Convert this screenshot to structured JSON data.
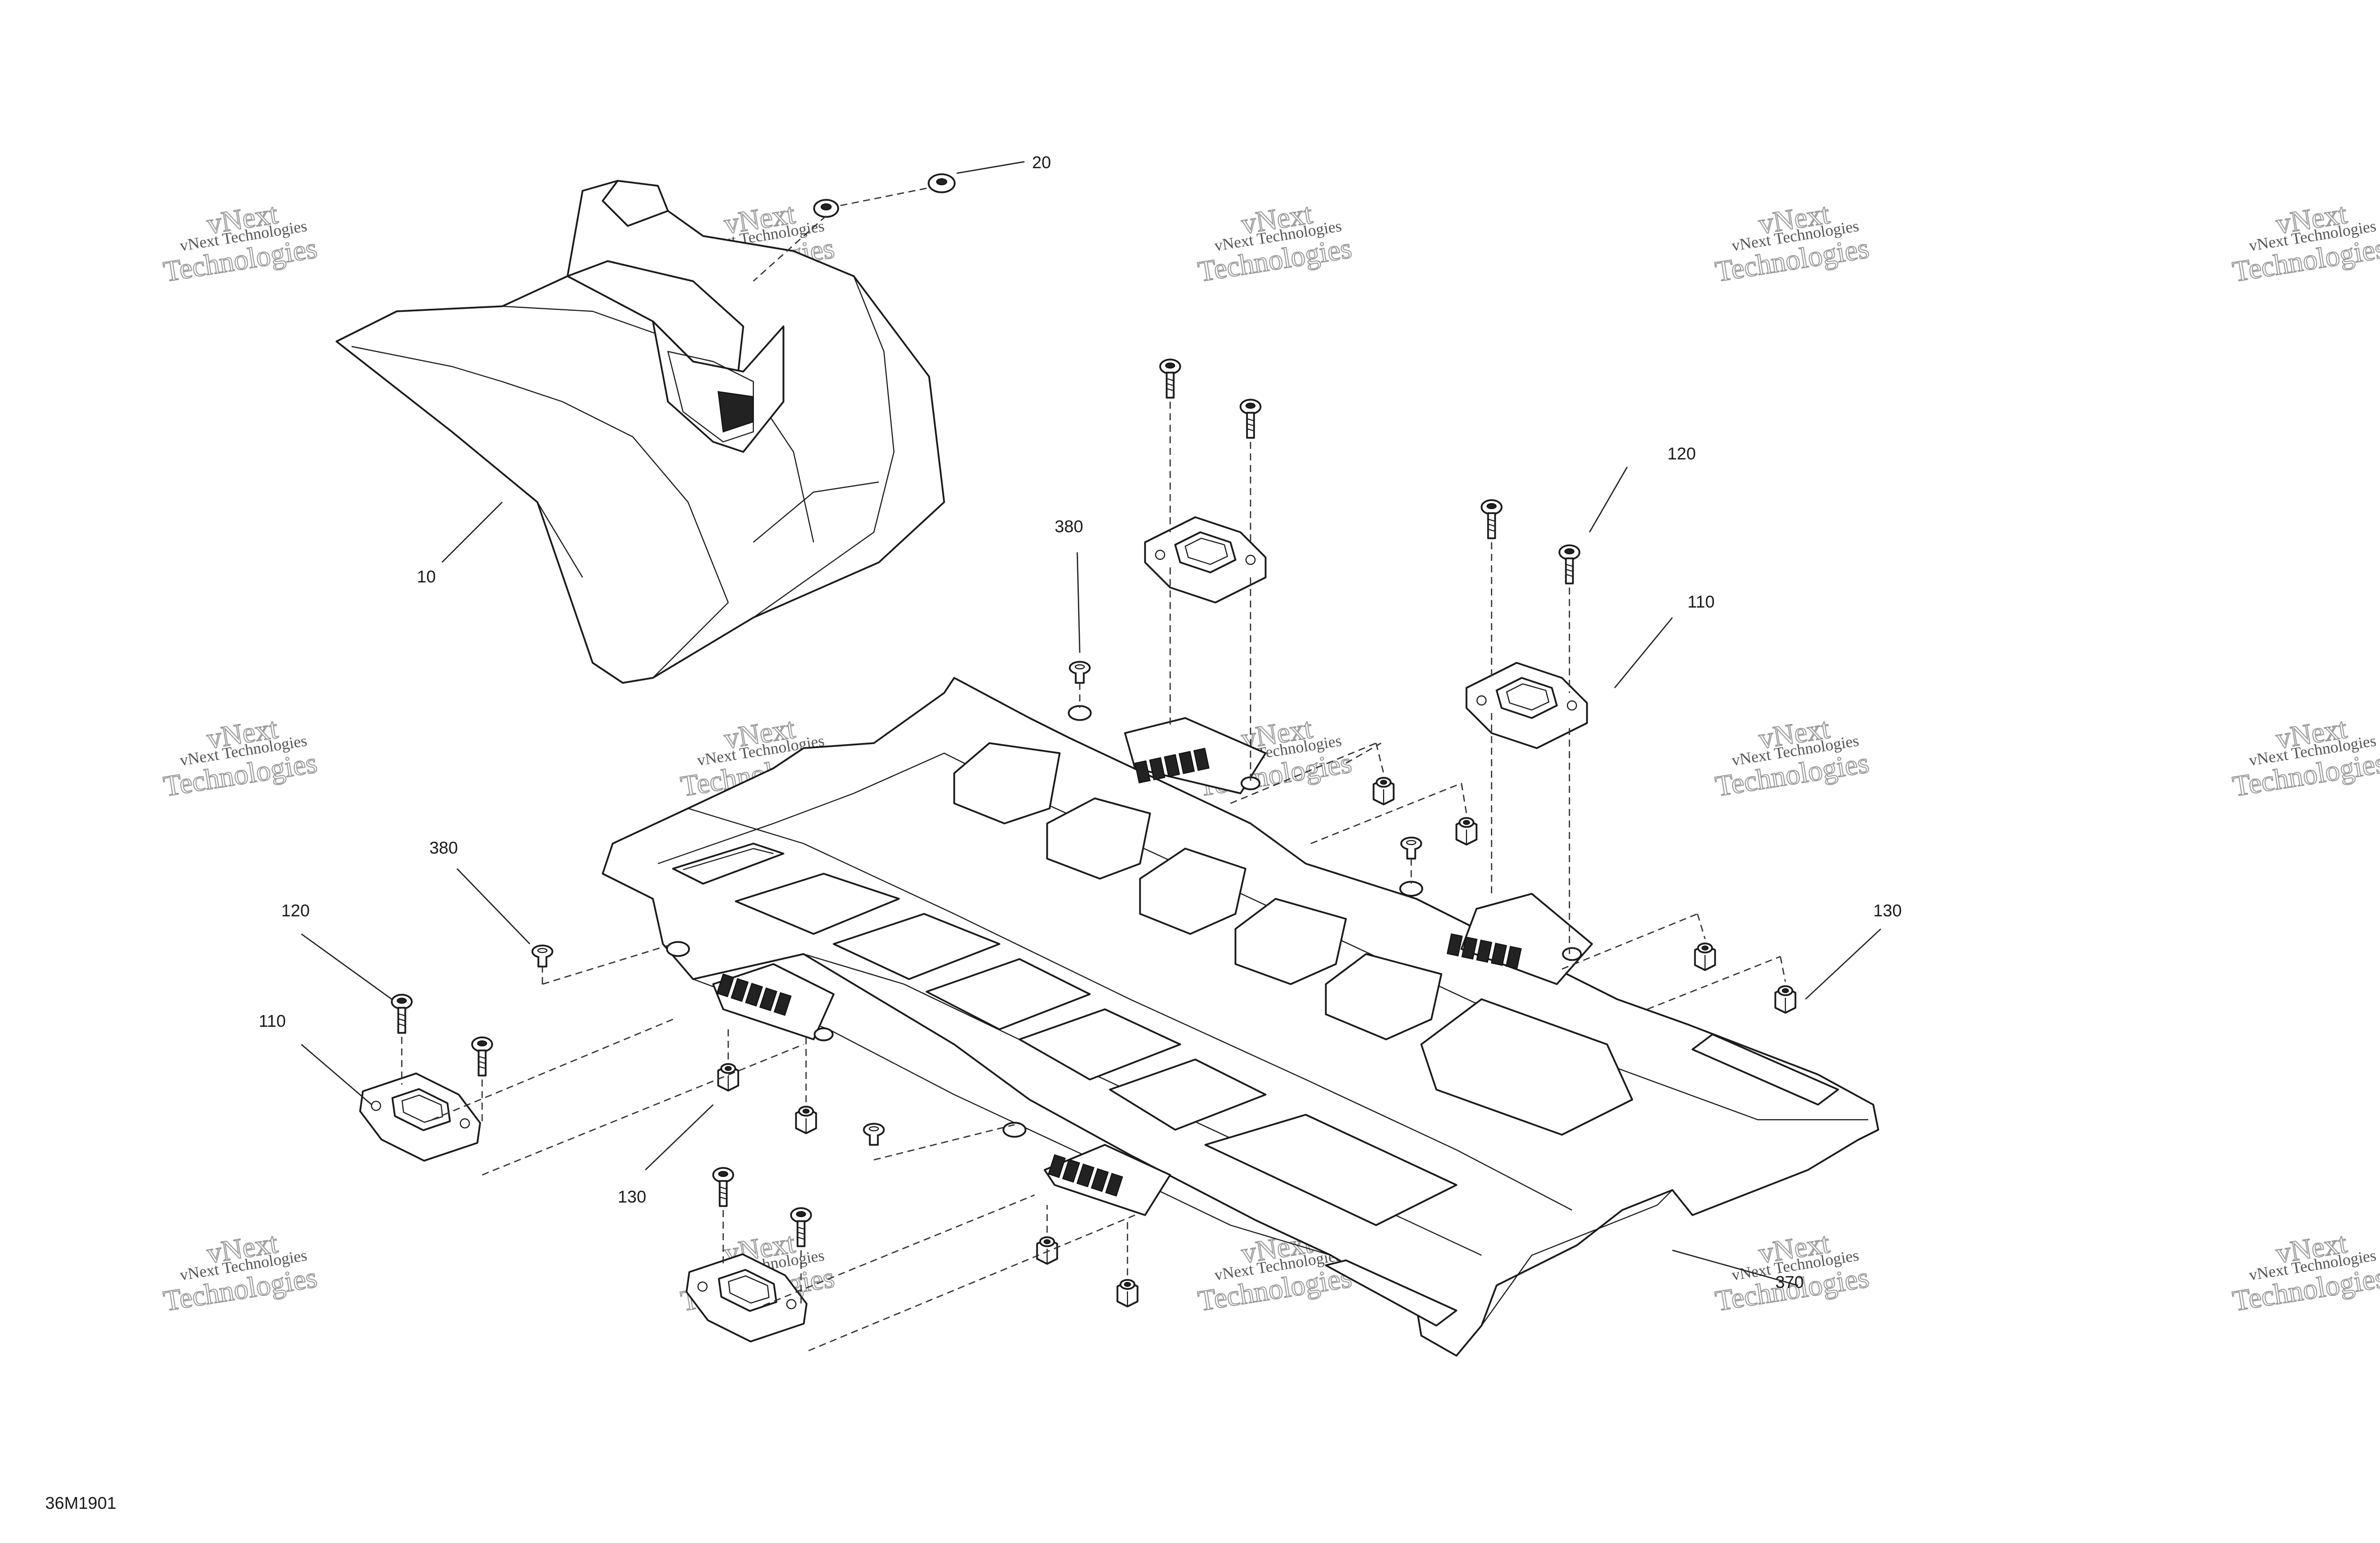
{
  "diagram": {
    "drawing_code": "36M1901",
    "watermark": {
      "line1": "vNext Technologies",
      "line2": "vNext",
      "line3": "Technologies"
    },
    "callouts": [
      {
        "id": "callout-20",
        "label": "20"
      },
      {
        "id": "callout-10",
        "label": "10"
      },
      {
        "id": "callout-380-top",
        "label": "380"
      },
      {
        "id": "callout-120-right",
        "label": "120"
      },
      {
        "id": "callout-110-right",
        "label": "110"
      },
      {
        "id": "callout-380-left",
        "label": "380"
      },
      {
        "id": "callout-120-left",
        "label": "120"
      },
      {
        "id": "callout-110-left",
        "label": "110"
      },
      {
        "id": "callout-130-left",
        "label": "130"
      },
      {
        "id": "callout-130-right",
        "label": "130"
      },
      {
        "id": "callout-370",
        "label": "370"
      }
    ]
  }
}
